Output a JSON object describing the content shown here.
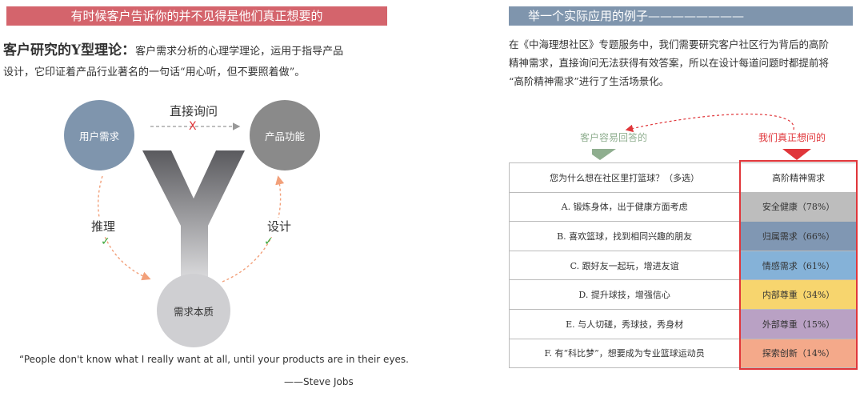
{
  "left": {
    "banner": "有时候客户告诉你的并不见得是他们真正想要的",
    "heading_bold": "客户研究的Y型理论：",
    "heading_text_1": "客户需求分析的心理学理论，运用于指导产品",
    "heading_text_2": "设计，它印证着产品行业著名的一句话“用心听，但不要照着做”。",
    "diagram": {
      "node_user": "用户需求",
      "node_product": "产品功能",
      "node_essence": "需求本质",
      "label_direct": "直接询问",
      "label_reason": "推理",
      "label_design": "设计",
      "big_letter": "Y",
      "x_mark": "X",
      "check_mark": "✓"
    },
    "quote": "“People don't know what I really want at all, until your products are in their eyes.",
    "attribution": "——Steve Jobs"
  },
  "right": {
    "banner": "举一个实际应用的例子————————",
    "description_1": "在《中海理想社区》专题服务中，我们需要研究客户社区行为背后的高阶",
    "description_2": "精神需求，直接询问无法获得有效答案，所以在设计每道问题时都提前将",
    "description_3": "“高阶精神需求”进行了生活场景化。",
    "label_easy": "客户容易回答的",
    "label_real": "我们真正想问的",
    "colors": {
      "easy": "#8fae8f",
      "real": "#e0363a"
    },
    "table": {
      "header_question": "您为什么想在社区里打篮球？（多选）",
      "header_answer": "高阶精神需求",
      "rows": [
        {
          "question": "A. 锻炼身体，出于健康方面考虑",
          "answer": "安全健康（78%）",
          "color": "#bdbdbd"
        },
        {
          "question": "B. 喜欢篮球，找到相同兴趣的朋友",
          "answer": "归属需求（66%）",
          "color": "#8097b3"
        },
        {
          "question": "C. 跟好友一起玩，增进友谊",
          "answer": "情感需求（61%）",
          "color": "#85b2d8"
        },
        {
          "question": "D. 提升球技，增强信心",
          "answer": "内部尊重（34%）",
          "color": "#f7d56e"
        },
        {
          "question": "E. 与人切磋，秀球技，秀身材",
          "answer": "外部尊重（15%）",
          "color": "#b9a1c4"
        },
        {
          "question": "F. 有“科比梦”，想要成为专业篮球运动员",
          "answer": "探索创新（14%）",
          "color": "#f4a98a"
        }
      ]
    }
  }
}
